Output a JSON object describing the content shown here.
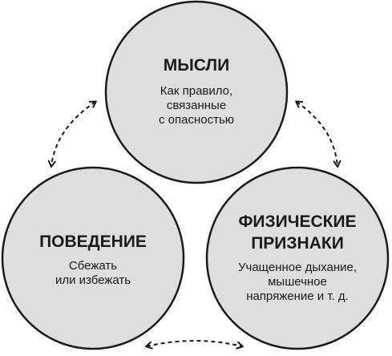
{
  "diagram": {
    "nodes": [
      {
        "id": "thoughts",
        "title_lines": [
          "МЫСЛИ"
        ],
        "body_lines": [
          "Как правило,",
          "связанные",
          "с опасностью"
        ]
      },
      {
        "id": "behavior",
        "title_lines": [
          "ПОВЕДЕНИЕ"
        ],
        "body_lines": [
          "Сбежать",
          "или избежать"
        ]
      },
      {
        "id": "physical",
        "title_lines": [
          "ФИЗИЧЕСКИЕ",
          "ПРИЗНАКИ"
        ],
        "body_lines": [
          "Учащенное дыхание,",
          "мышечное",
          "напряжение и т. д."
        ]
      }
    ],
    "connections": [
      {
        "from": "thoughts",
        "to": "behavior",
        "direction": "both",
        "style": "dashed"
      },
      {
        "from": "thoughts",
        "to": "physical",
        "direction": "both",
        "style": "dashed"
      },
      {
        "from": "behavior",
        "to": "physical",
        "direction": "both",
        "style": "dashed"
      }
    ],
    "colors": {
      "circle_fill": "#dedede",
      "stroke": "#1a1a1a",
      "text": "#1a1a1a"
    }
  }
}
